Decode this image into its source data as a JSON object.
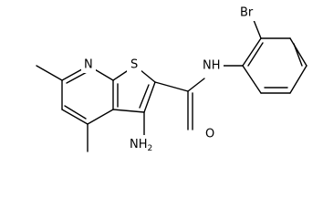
{
  "molecule": {
    "labels": {
      "N1": "N",
      "S": "S",
      "NH": "NH",
      "Br": "Br",
      "O": "O",
      "NH2_main": "NH",
      "NH2_sub": "2"
    }
  }
}
